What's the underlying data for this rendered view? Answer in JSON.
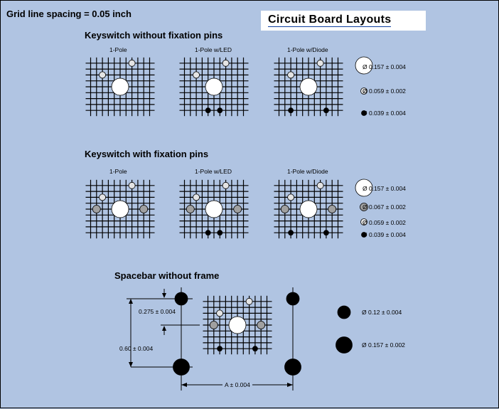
{
  "grid_note": "Grid line spacing = 0.05 inch",
  "title": "Circuit Board Layouts",
  "section1": {
    "heading": "Keyswitch without fixation pins",
    "labels": [
      "1-Pole",
      "1-Pole w/LED",
      "1-Pole w/Diode"
    ],
    "legend": [
      "Ø 0.157 ± 0.004",
      "Ø 0.059 ± 0.002",
      "Ø 0.039 ± 0.004"
    ]
  },
  "section2": {
    "heading": "Keyswitch with fixation pins",
    "labels": [
      "1-Pole",
      "1-Pole w/LED",
      "1-Pole w/Diode"
    ],
    "legend": [
      "Ø 0.157 ± 0.004",
      "Ø 0.067 ± 0.002",
      "Ø 0.059 ± 0.002",
      "Ø 0.039 ± 0.004"
    ]
  },
  "section3": {
    "heading": "Spacebar without frame",
    "dim_275": "0.275 ± 0.004",
    "dim_60": "0.60 ± 0.004",
    "dim_a": "A ± 0.004",
    "legend": [
      "Ø 0.12 ± 0.004",
      "Ø 0.157 ± 0.002"
    ]
  },
  "colors": {
    "background": "#b0c4e2",
    "white_hole": "#ffffff",
    "light_hole": "#e4e4e4",
    "gray_hole": "#a0a0a0",
    "black_hole": "#000000"
  }
}
